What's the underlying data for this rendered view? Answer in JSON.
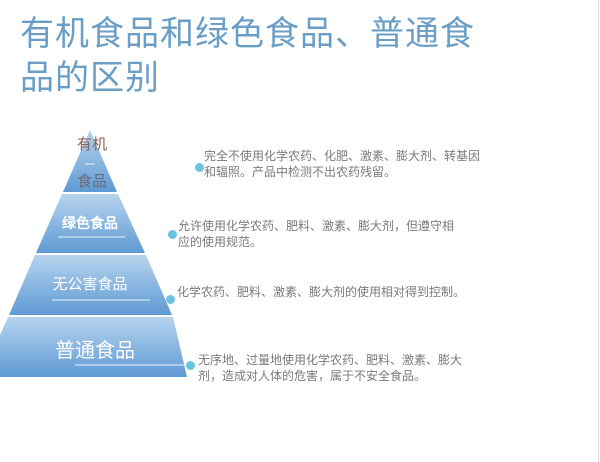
{
  "title": "有机食品和绿色食品、普通食品的区别",
  "pyramid": {
    "tiers": [
      {
        "label_line1": "有机",
        "label_line2": "食品",
        "description": "完全不使用化学农药、化肥、激素、膨大剂、转基因和辐照。产品中检测不出农药残留。"
      },
      {
        "label": "绿色食品",
        "description": "允许使用化学农药、肥料、激素、膨大剂，但遵守相应的使用规范。"
      },
      {
        "label": "无公害食品",
        "description": "化学农药、肥料、激素、膨大剂的使用相对得到控制。"
      },
      {
        "label": "普通食品",
        "description": "无序地、过量地使用化学农药、肥料、激素、膨大剂，造成对人体的危害，属于不安全食品。"
      }
    ]
  },
  "colors": {
    "title": "#6a9ec6",
    "pyramid_top": "#a9cbe9",
    "pyramid_bottom": "#5f9ad3",
    "bullet": "#6cc3e0"
  }
}
